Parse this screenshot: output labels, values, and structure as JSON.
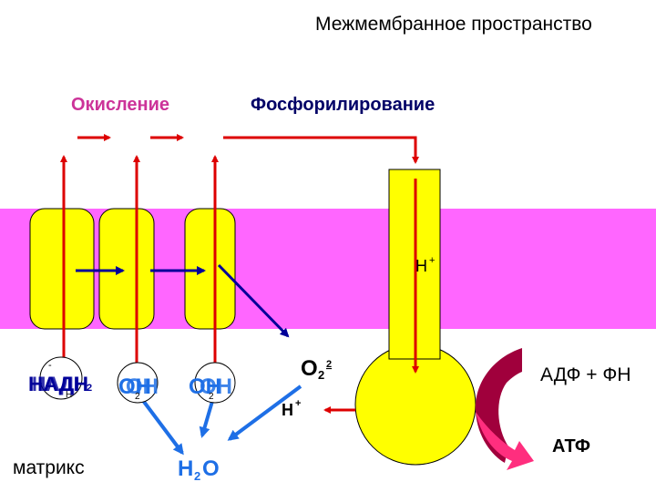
{
  "colors": {
    "membrane": "#ff66ff",
    "complex": "#ffff00",
    "electron_path": "#dd0000",
    "electron_transfer": "#000099",
    "water_arrows": "#1e6fe6",
    "oxidation_label": "#cc3399",
    "phosphorylation_label": "#000066",
    "adp_arrow_dark": "#a0003c",
    "adp_arrow_light": "#ff2e7e"
  },
  "labels": {
    "intermembrane_space": "Межмембранное пространство",
    "oxidation": "Окисление",
    "phosphorylation": "Фосфорилирование",
    "matrix": "матрикс",
    "h_plus_channel_base": "H",
    "h_plus_channel_sup": "+",
    "h_plus_matrix_base": "H",
    "h_plus_matrix_sup": "+",
    "o2_base": "O",
    "o2_sub": "2",
    "o2_sup": "2",
    "adp_fn": "АДФ + ФН",
    "atp": "АТФ",
    "water_base": "H",
    "water_sub": "2",
    "water_tail": "O"
  },
  "complexes": [
    {
      "name": "complex-1",
      "overlap_a": "НАДН",
      "overlap_a_sub": "2",
      "overlap_b": "НАДН",
      "small_top": "-",
      "small_bottom": "H"
    },
    {
      "name": "complex-2",
      "overlap_a": "OH",
      "overlap_b": "OH",
      "small_sub": "2"
    },
    {
      "name": "complex-3",
      "overlap_a": "OH",
      "overlap_b": "OH",
      "small_sub": "2"
    }
  ]
}
